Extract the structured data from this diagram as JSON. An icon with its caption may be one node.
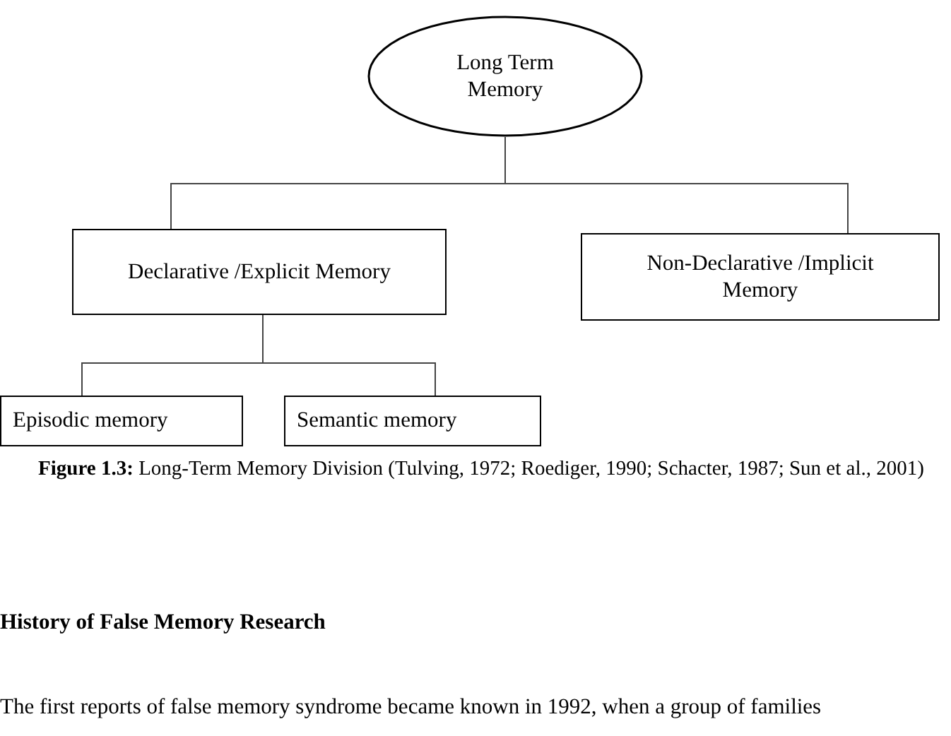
{
  "diagram": {
    "caption": "**Figure 1.3:** Long-Term Memory Division (Tulving, 1972; Roediger, 1990; Schacter, 1987; Sun et al., 2001)",
    "nodes": [
      {
        "text": [
          "Long Term Memory"
        ]
      },
      {
        "text": [
          "Declarative /Explicit Memory"
        ]
      },
      {
        "text": [
          "Non-Declarative /Implicit Memory"
        ]
      },
      {
        "text": [
          "Episodic memory"
        ]
      },
      {
        "text": [
          "Semantic memory"
        ]
      }
    ],
    "edges": [
      {
        "from": 0,
        "to": 1,
        "arrow": "none"
      },
      {
        "from": 0,
        "to": 2,
        "arrow": "none"
      },
      {
        "from": 1,
        "to": 3,
        "arrow": "none"
      },
      {
        "from": 1,
        "to": 4,
        "arrow": "none"
      }
    ],
    "labels": [
      "History of False Memory Research",
      "The first reports of false memory syndrome became known in 1992, when a group of families"
    ]
  }
}
